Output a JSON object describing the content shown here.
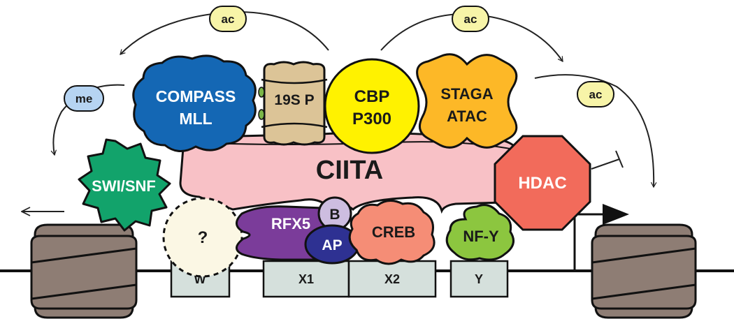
{
  "labels": {
    "ciita": "CIITA",
    "compass_line1": "COMPASS",
    "compass_line2": "MLL",
    "proteasome": "19S P",
    "cbp_line1": "CBP",
    "cbp_line2": "P300",
    "staga_line1": "STAGA",
    "staga_line2": "ATAC",
    "hdac": "HDAC",
    "swi_snf": "SWI/SNF",
    "unknown": "?",
    "rfx5": "RFX5",
    "rfxb": "B",
    "rfxap": "AP",
    "creb": "CREB",
    "nfy": "NF-Y"
  },
  "modifications": {
    "ac_left": "ac",
    "ac_right": "ac",
    "ac_far_right": "ac",
    "me": "me"
  },
  "boxes": {
    "w": "W",
    "x1": "X1",
    "x2": "X2",
    "y": "Y"
  },
  "colors": {
    "compass": "#1467b4",
    "proteasome": "#dcc497",
    "cbp": "#fff200",
    "staga": "#fdb827",
    "ciita": "#f8c1c6",
    "hdac": "#f26b5b",
    "swi_snf": "#12a36b",
    "unknown": "#fbf7e4",
    "rfx5": "#7b3c9a",
    "rfxb": "#cdbde0",
    "rfxap": "#2e3192",
    "creb": "#f58d76",
    "nfy": "#8cc63f",
    "nucleosome": "#8e7d74",
    "ac_bubble": "#f7f4a8",
    "me_bubble": "#b6d4f2",
    "dna_box": "#d5e0dc"
  }
}
